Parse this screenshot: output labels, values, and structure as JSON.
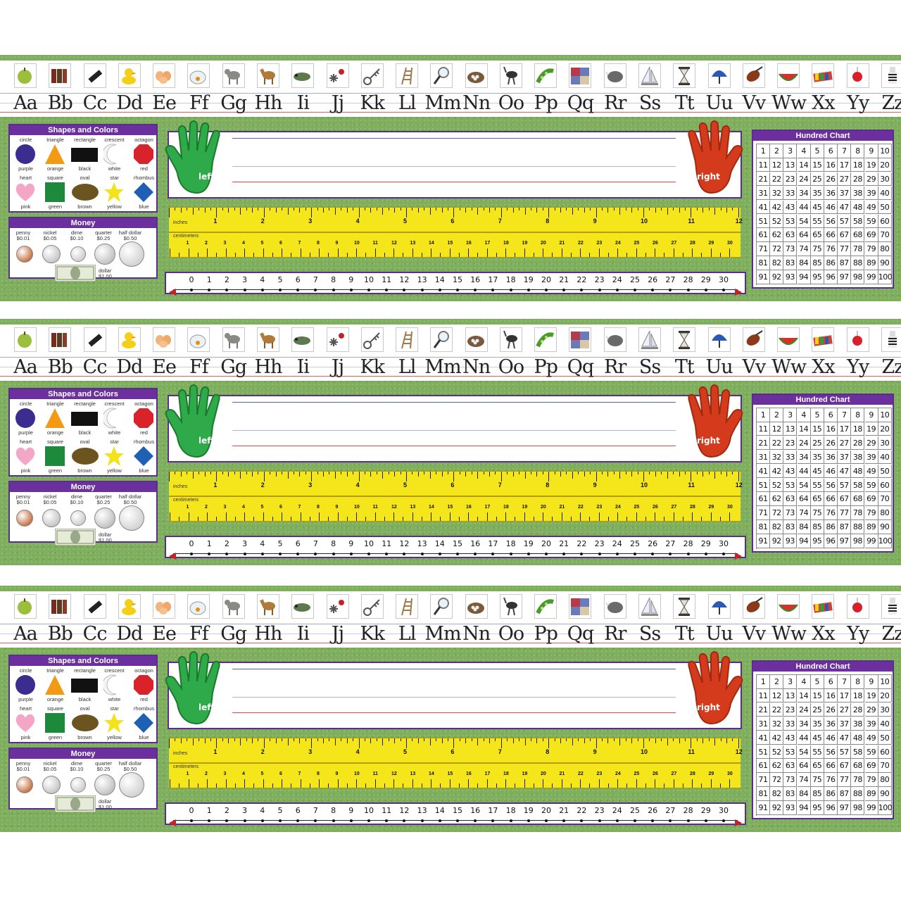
{
  "letters": [
    "Aa",
    "Bb",
    "Cc",
    "Dd",
    "Ee",
    "Ff",
    "Gg",
    "Hh",
    "Ii",
    "Jj",
    "Kk",
    "Ll",
    "Mm",
    "Nn",
    "Oo",
    "Pp",
    "Qq",
    "Rr",
    "Ss",
    "Tt",
    "Uu",
    "Vv",
    "Ww",
    "Xx",
    "Yy",
    "Zz"
  ],
  "pictures": [
    "apple-icon",
    "books-icon",
    "comb-icon",
    "duck-icon",
    "eggs-icon",
    "fishbowl-icon",
    "goat-icon",
    "horse-icon",
    "iguana-icon",
    "jacks-icon",
    "key-icon",
    "ladder-icon",
    "magnifying-glass-icon",
    "nest-icon",
    "ostrich-icon",
    "peas-icon",
    "quilt-icon",
    "rhinoceros-icon",
    "sailboat-icon",
    "hourglass-icon",
    "umbrella-icon",
    "violin-icon",
    "watermelon-icon",
    "xylophone-icon",
    "yo-yo-icon",
    "zebra-icon"
  ],
  "shapes": {
    "title": "Shapes and Colors",
    "items": [
      {
        "shape": "circle",
        "color": "purple",
        "hex": "#3a2d8f"
      },
      {
        "shape": "triangle",
        "color": "orange",
        "hex": "#f39a14"
      },
      {
        "shape": "rectangle",
        "color": "black",
        "hex": "#111111"
      },
      {
        "shape": "crescent",
        "color": "white",
        "hex": "#eeeeee"
      },
      {
        "shape": "octagon",
        "color": "red",
        "hex": "#d8232a"
      },
      {
        "shape": "heart",
        "color": "pink",
        "hex": "#f4a6c6"
      },
      {
        "shape": "square",
        "color": "green",
        "hex": "#1c8a3a"
      },
      {
        "shape": "oval",
        "color": "brown",
        "hex": "#6b5420"
      },
      {
        "shape": "star",
        "color": "yellow",
        "hex": "#f4e21a"
      },
      {
        "shape": "rhombus",
        "color": "blue",
        "hex": "#1f5fb4"
      }
    ]
  },
  "money": {
    "title": "Money",
    "coins": [
      {
        "name": "penny",
        "value": "$0.01"
      },
      {
        "name": "nickel",
        "value": "$0.05"
      },
      {
        "name": "dime",
        "value": "$0.10"
      },
      {
        "name": "quarter",
        "value": "$0.25"
      },
      {
        "name": "half dollar",
        "value": "$0.50"
      }
    ],
    "dollar": {
      "name": "dollar",
      "value": "$1.00"
    }
  },
  "hands": {
    "left": "left",
    "right": "right"
  },
  "ruler": {
    "inches_label": "inches",
    "cm_label": "centimeters",
    "inches": [
      "1",
      "2",
      "3",
      "4",
      "5",
      "6",
      "7",
      "8",
      "9",
      "10",
      "11",
      "12"
    ],
    "cm": [
      "1",
      "2",
      "3",
      "4",
      "5",
      "6",
      "7",
      "8",
      "9",
      "10",
      "11",
      "12",
      "13",
      "14",
      "15",
      "16",
      "17",
      "18",
      "19",
      "20",
      "21",
      "22",
      "23",
      "24",
      "25",
      "26",
      "27",
      "28",
      "29",
      "30"
    ]
  },
  "number_line": [
    "0",
    "1",
    "2",
    "3",
    "4",
    "5",
    "6",
    "7",
    "8",
    "9",
    "10",
    "11",
    "12",
    "13",
    "14",
    "15",
    "16",
    "17",
    "18",
    "19",
    "20",
    "21",
    "22",
    "23",
    "24",
    "25",
    "26",
    "27",
    "28",
    "29",
    "30"
  ],
  "hundred_chart": {
    "title": "Hundred Chart",
    "count": 100
  },
  "colors": {
    "panel_purple": "#6b2f9e",
    "ruler_yellow": "#f5e61c",
    "background_green": "#7fae5f",
    "left_hand": "#2eaa4a",
    "right_hand": "#d43a1c"
  }
}
